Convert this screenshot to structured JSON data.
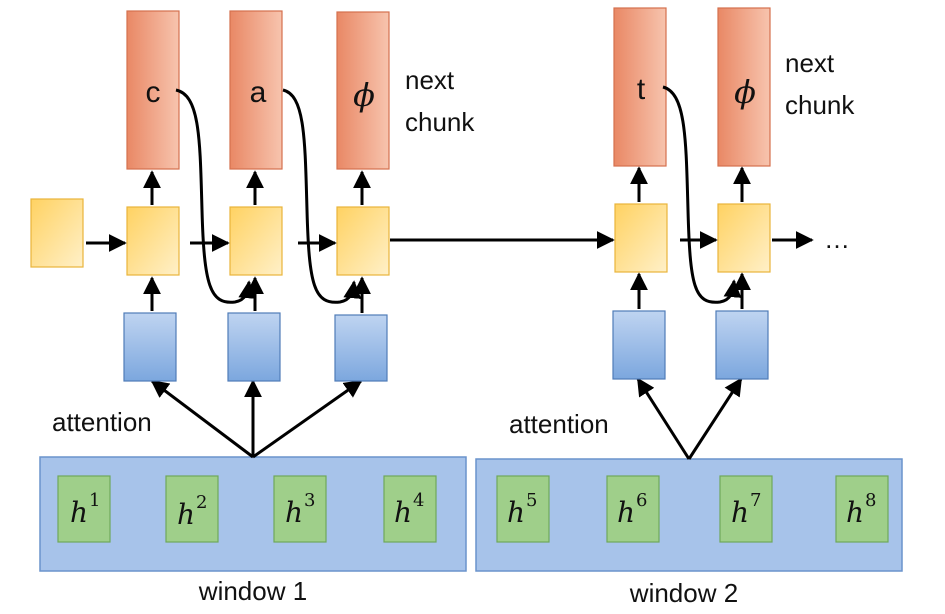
{
  "output_tokens": {
    "window_1": [
      "c",
      "a",
      "ϕ"
    ],
    "window_2": [
      "t",
      "ϕ"
    ]
  },
  "next_chunk_label": "next chunk",
  "next_chunk_lines": [
    "next",
    "chunk"
  ],
  "ellipsis": "…",
  "attention_label": "attention",
  "windows": [
    {
      "label": "window 1",
      "states": [
        {
          "base": "h",
          "sup": "1"
        },
        {
          "base": "h",
          "sup": "2"
        },
        {
          "base": "h",
          "sup": "3"
        },
        {
          "base": "h",
          "sup": "4"
        }
      ]
    },
    {
      "label": "window 2",
      "states": [
        {
          "base": "h",
          "sup": "5"
        },
        {
          "base": "h",
          "sup": "6"
        },
        {
          "base": "h",
          "sup": "7"
        },
        {
          "base": "h",
          "sup": "8"
        }
      ]
    }
  ],
  "colors": {
    "output_box_dark": "#E98865",
    "output_box_light": "#F7C4AE",
    "output_box_border": "#D4704E",
    "decoder_box_dark": "#FFD262",
    "decoder_box_light": "#FFF0C8",
    "decoder_box_border": "#E8B43B",
    "context_box_dark": "#7CA7DE",
    "context_box_light": "#BFD4F1",
    "context_box_border": "#4F7CB8",
    "window_fill": "#A7C3EA",
    "window_border": "#6A93CC",
    "state_fill": "#9FCF8A",
    "state_border": "#6FA85A",
    "arrow": "#000000"
  }
}
